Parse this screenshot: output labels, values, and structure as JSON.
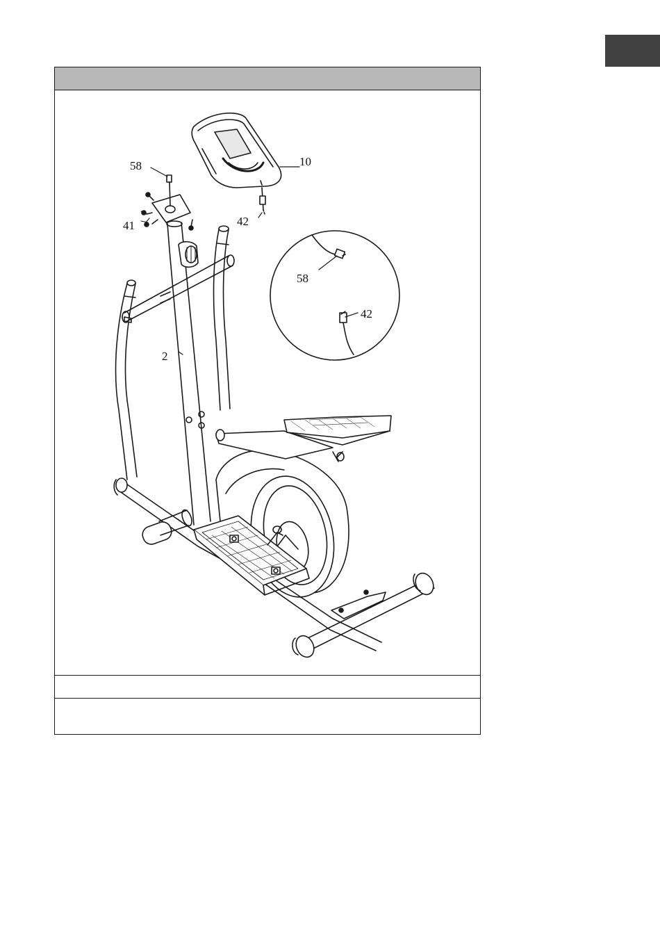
{
  "page": {
    "language_tab_label": "",
    "step_header_text": "",
    "row_1_text": "",
    "row_2_text": ""
  },
  "figure": {
    "callouts": {
      "c58_top": "58",
      "c10": "10",
      "c41": "41",
      "c42_top": "42",
      "c58_detail": "58",
      "c42_detail": "42",
      "c2": "2"
    }
  },
  "colors": {
    "language_tab": "#414141",
    "header_band": "#b8b8b8",
    "line": "#1a1a1a"
  }
}
